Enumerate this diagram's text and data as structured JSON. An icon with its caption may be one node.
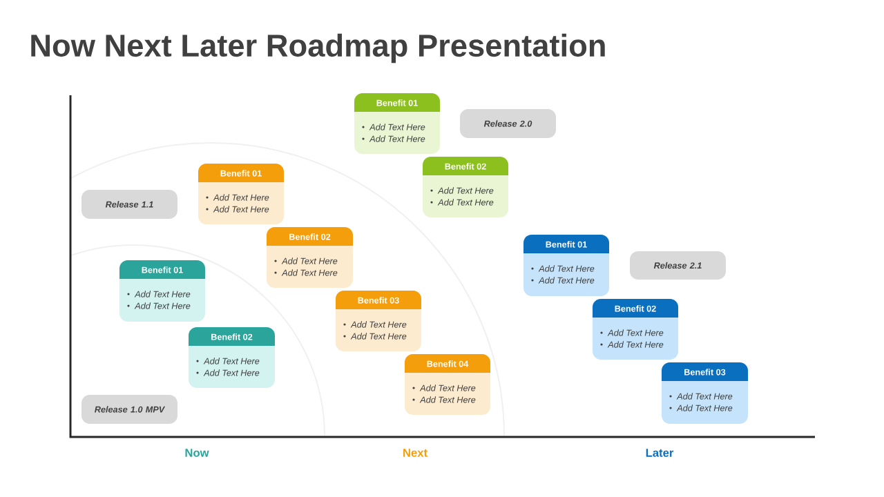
{
  "diagram": {
    "title": "Now Next Later Roadmap Presentation",
    "nodes": [
      {
        "text": [
          "Release 1.1"
        ]
      },
      {
        "text": [
          "Release 1.0 MPV"
        ]
      },
      {
        "text": [
          "Benefit 01",
          "Add Text Here",
          "Add Text Here"
        ]
      },
      {
        "text": [
          "Benefit 02",
          "Add Text Here",
          "Add Text Here"
        ]
      },
      {
        "text": [
          "Benefit 01",
          "Add Text Here",
          "Add Text Here"
        ]
      },
      {
        "text": [
          "Benefit 02",
          "Add Text Here",
          "Add Text Here"
        ]
      },
      {
        "text": [
          "Benefit 03",
          "Add Text Here",
          "Add Text Here"
        ]
      },
      {
        "text": [
          "Benefit 04",
          "Add Text Here",
          "Add Text Here"
        ]
      },
      {
        "text": [
          "Release 2.0"
        ]
      },
      {
        "text": [
          "Benefit 01",
          "Add Text Here",
          "Add Text Here"
        ]
      },
      {
        "text": [
          "Benefit 02",
          "Add Text Here",
          "Add Text Here"
        ]
      },
      {
        "text": [
          "Release 2.1"
        ]
      },
      {
        "text": [
          "Benefit 01",
          "Add Text Here",
          "Add Text Here"
        ]
      },
      {
        "text": [
          "Benefit 02",
          "Add Text Here",
          "Add Text Here"
        ]
      },
      {
        "text": [
          "Benefit 03",
          "Add Text Here",
          "Add Text Here"
        ]
      }
    ],
    "labels": [
      "Now",
      "Next",
      "Later"
    ]
  }
}
